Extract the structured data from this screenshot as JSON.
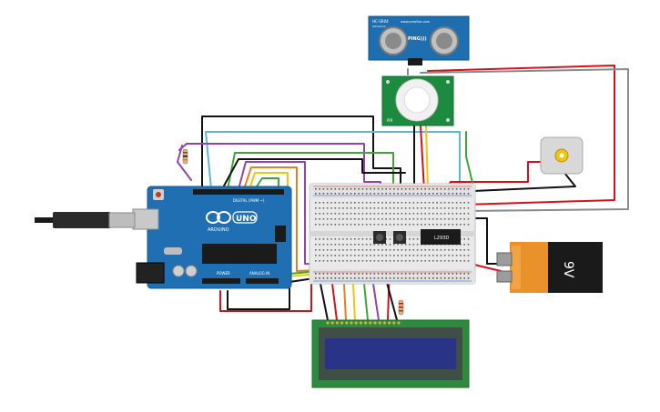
{
  "ultrasonic_sensor": {
    "model_label": "HC-SR04",
    "sub_label": "Ultrasonic",
    "brand_text": "www.parallax.com",
    "ping_label": "PING)))"
  },
  "pir_sensor": {
    "label": "PIR"
  },
  "arduino": {
    "uno_label": "UNO",
    "brand_label": "ARDUINO",
    "digital_label": "DIGITAL (PWM ~)",
    "power_label": "POWER",
    "analog_label": "ANALOG IN"
  },
  "motor_driver": {
    "chip_label": "L293D"
  },
  "battery": {
    "voltage_label": "9V"
  },
  "lcd": {
    "display_text": ""
  },
  "colors": {
    "arduino_blue": "#1f6fb2",
    "sensor_blue": "#1e6fb0",
    "pir_green": "#1c8a3f",
    "lcd_screen": "#2a3486",
    "battery_orange": "#e9912b",
    "battery_black": "#1a1a1a",
    "wire_black": "#111111",
    "wire_red": "#d3111a",
    "wire_green": "#3ea637",
    "wire_yellow": "#f1c40f",
    "wire_purple": "#8e44ad",
    "wire_orange": "#e67e22",
    "wire_cyan": "#5fb8cf",
    "wire_gray": "#8a8a8a",
    "wire_brown": "#8b4513"
  }
}
